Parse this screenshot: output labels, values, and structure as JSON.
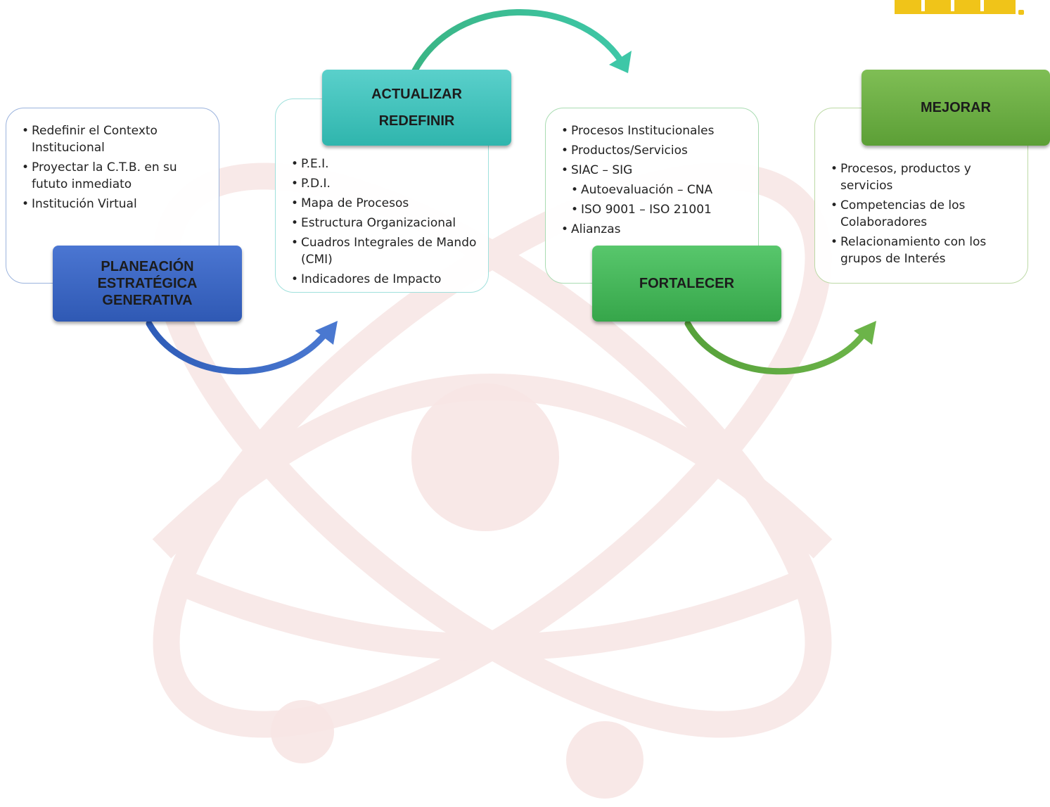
{
  "logo": {
    "icon": "yellow-building-logo",
    "color": "#f0c419"
  },
  "stages": [
    {
      "id": "planeacion",
      "title_lines": [
        "PLANEACIÓN",
        "ESTRATÉGICA",
        "GENERATIVA"
      ],
      "color": "#3c66c4",
      "border_color": "#9bb3dd",
      "items": [
        {
          "text": "Redefinir el Contexto Institucional",
          "level": 0
        },
        {
          "text": "Proyectar la C.T.B. en su fututo inmediato",
          "level": 0
        },
        {
          "text": "Institución Virtual",
          "level": 0
        }
      ]
    },
    {
      "id": "actualizar",
      "title_lines": [
        "ACTUALIZAR",
        "REDEFINIR"
      ],
      "color": "#3cc0bb",
      "border_color": "#9fe0dc",
      "items": [
        {
          "text": "P.E.I.",
          "level": 0
        },
        {
          "text": "P.D.I.",
          "level": 0
        },
        {
          "text": "Mapa de Procesos",
          "level": 0
        },
        {
          "text": "Estructura Organizacional",
          "level": 0
        },
        {
          "text": "Cuadros Integrales de Mando (CMI)",
          "level": 0
        },
        {
          "text": "Indicadores de Impacto",
          "level": 0
        }
      ]
    },
    {
      "id": "fortalecer",
      "title_lines": [
        "FORTALECER"
      ],
      "color": "#44b558",
      "border_color": "#a9dcb2",
      "items": [
        {
          "text": "Procesos Institucionales",
          "level": 0
        },
        {
          "text": "Productos/Servicios",
          "level": 0
        },
        {
          "text": "SIAC – SIG",
          "level": 0
        },
        {
          "text": "Autoevaluación – CNA",
          "level": 1
        },
        {
          "text": "ISO 9001 – ISO 21001",
          "level": 1
        },
        {
          "text": "Alianzas",
          "level": 0
        }
      ]
    },
    {
      "id": "mejorar",
      "title_lines": [
        "MEJORAR"
      ],
      "color": "#6ba842",
      "border_color": "#bcd9a5",
      "items": [
        {
          "text": "Procesos, productos y servicios",
          "level": 0
        },
        {
          "text": "Competencias de los Colaboradores",
          "level": 0
        },
        {
          "text": "Relacionamiento con los grupos de Interés",
          "level": 0
        }
      ]
    }
  ],
  "arrows": [
    {
      "from": "planeacion",
      "to": "actualizar",
      "color": "#3e68c6"
    },
    {
      "from": "actualizar",
      "to": "fortalecer",
      "color": "#3dbb9c"
    },
    {
      "from": "fortalecer",
      "to": "mejorar",
      "color": "#5fa83e"
    }
  ],
  "watermark": {
    "icon": "atom-watermark-icon",
    "color": "#f6e4e2"
  }
}
